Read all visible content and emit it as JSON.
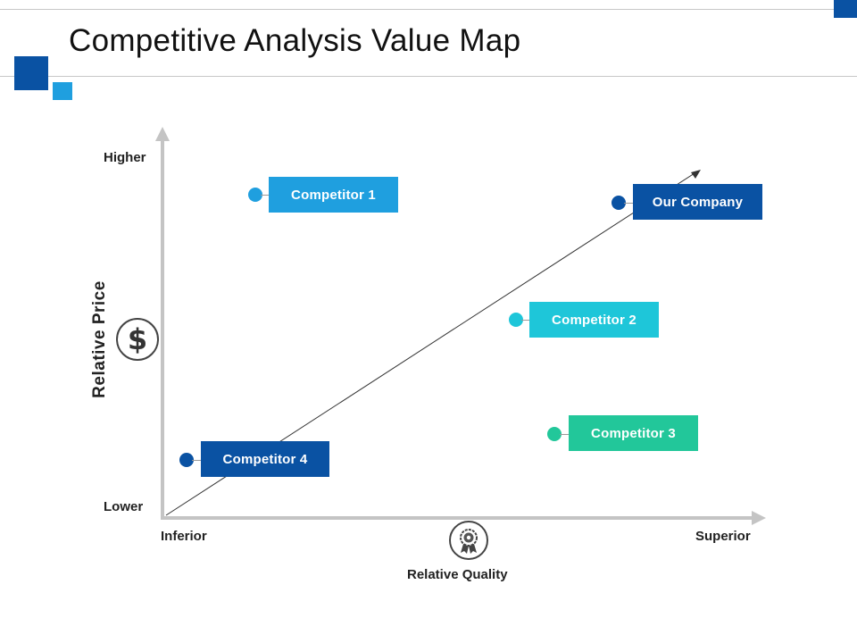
{
  "header": {
    "title": "Competitive Analysis Value Map"
  },
  "axes": {
    "y_label": "Relative Price",
    "y_high": "Higher",
    "y_low": "Lower",
    "x_label": "Relative Quality",
    "x_low": "Inferior",
    "x_high": "Superior"
  },
  "icons": {
    "y_axis_icon": "dollar-icon",
    "x_axis_icon": "award-ribbon-icon",
    "dollar_glyph": "$"
  },
  "competitors": [
    {
      "label": "Competitor 1",
      "color": "#1f9fdf"
    },
    {
      "label": "Our Company",
      "color": "#0a52a3"
    },
    {
      "label": "Competitor 2",
      "color": "#1ec6d9"
    },
    {
      "label": "Competitor 3",
      "color": "#22c79a"
    },
    {
      "label": "Competitor 4",
      "color": "#0a52a3"
    }
  ],
  "colors": {
    "primary": "#0a52a3",
    "accent": "#1f9fdf"
  }
}
